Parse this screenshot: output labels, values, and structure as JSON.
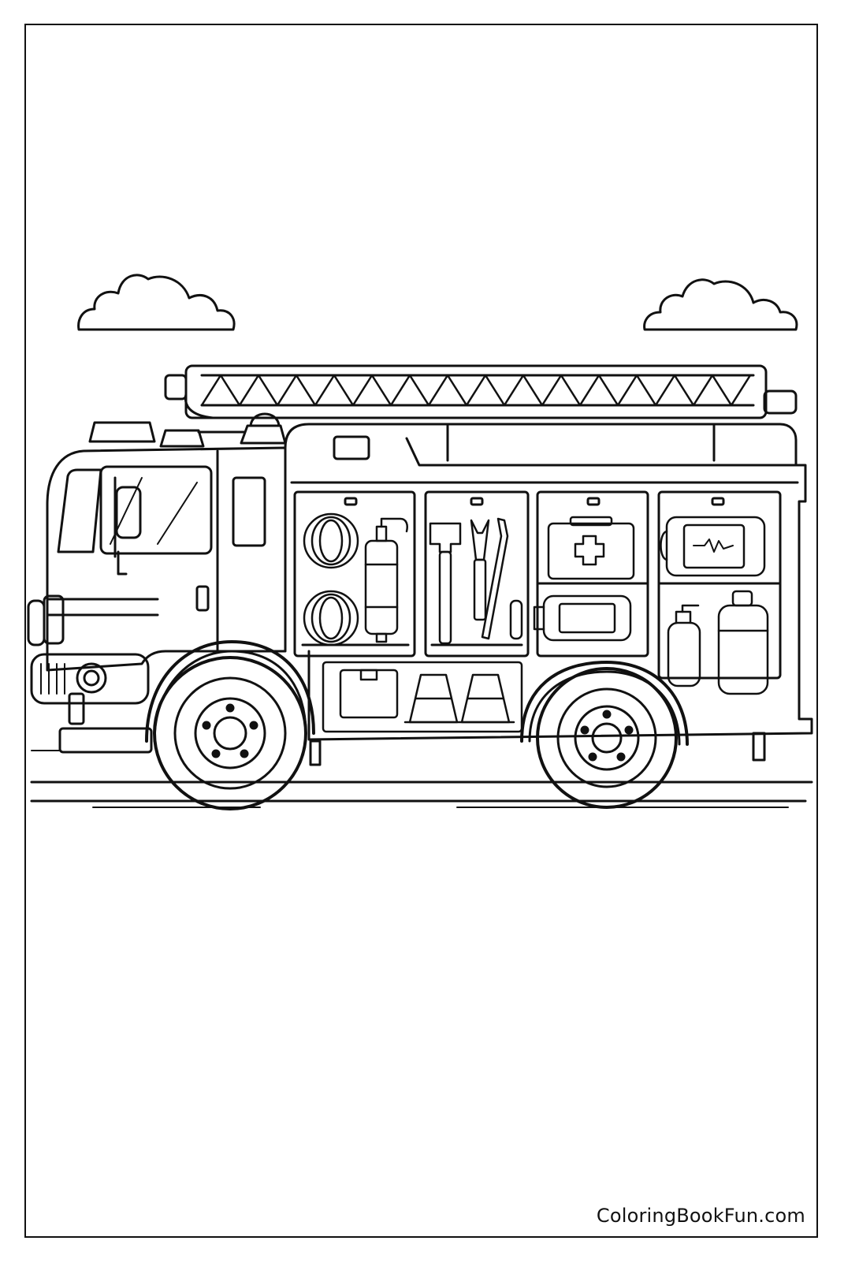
{
  "watermark": {
    "text": "ColoringBookFun.com"
  },
  "colors": {
    "ink": "#111111",
    "paper": "#ffffff"
  },
  "scene": {
    "subject": "fire-truck",
    "clouds": 2,
    "compartments": [
      "hose-reels",
      "fire-extinguisher",
      "tools",
      "first-aid-kit",
      "defibrillator",
      "oxygen-tanks",
      "traffic-cones",
      "storage-box"
    ],
    "first_aid_symbol": "cross"
  }
}
